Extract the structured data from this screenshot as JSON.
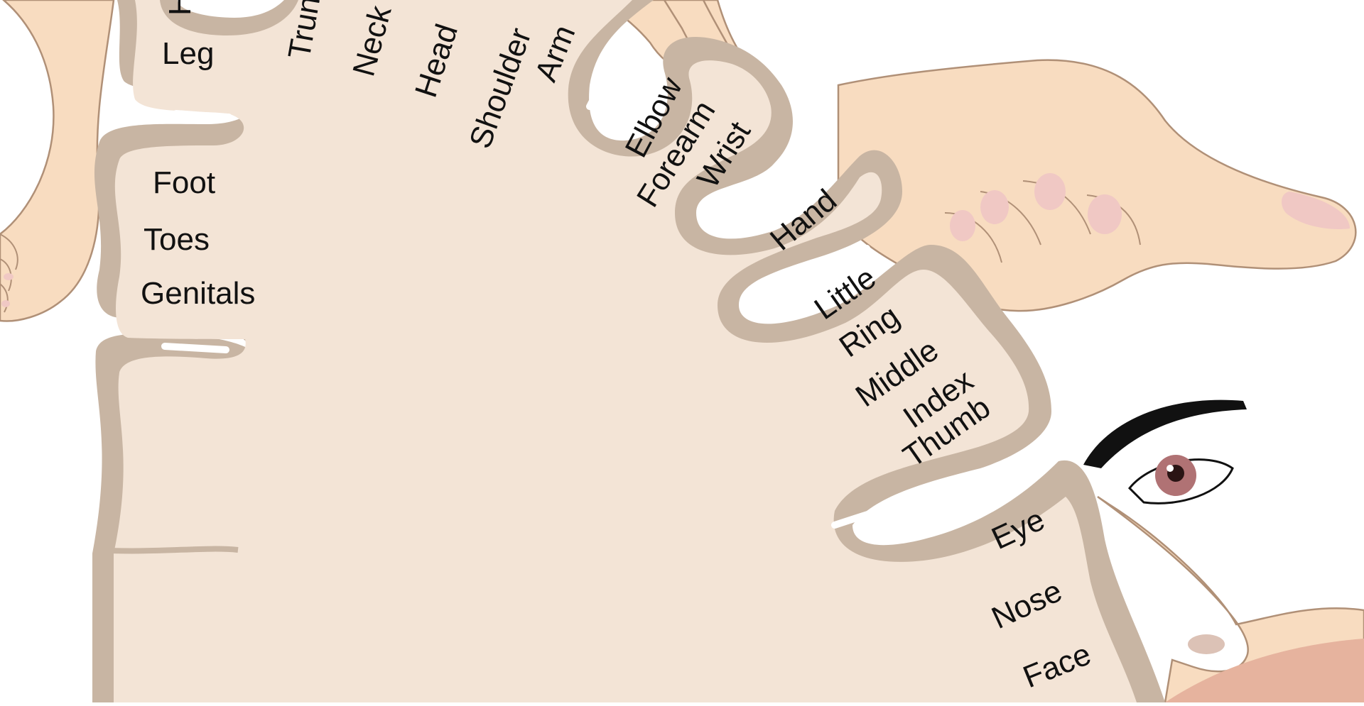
{
  "diagram": {
    "labels": {
      "hip": "H",
      "leg": "Leg",
      "trunk": "Trun",
      "neck": "Neck",
      "head": "Head",
      "shoulder": "Shoulder",
      "arm": "Arm",
      "elbow": "Elbow",
      "forearm": "Forearm",
      "wrist": "Wrist",
      "hand": "Hand",
      "little": "Little",
      "ring": "Ring",
      "middle": "Middle",
      "index": "Index",
      "thumb": "Thumb",
      "eye": "Eye",
      "nose": "Nose",
      "face": "Face",
      "foot": "Foot",
      "toes": "Toes",
      "genitals": "Genitals"
    },
    "colors": {
      "cortex_fill": "#f3e4d6",
      "cortex_band": "#c8b5a3",
      "groove": "#ffffff",
      "skin": "#f8dcc0",
      "skin_outline": "#b09077",
      "nail": "#f0c8c4",
      "eyebrow": "#111111",
      "iris": "#b07274",
      "lip": "#e6b39e"
    }
  }
}
